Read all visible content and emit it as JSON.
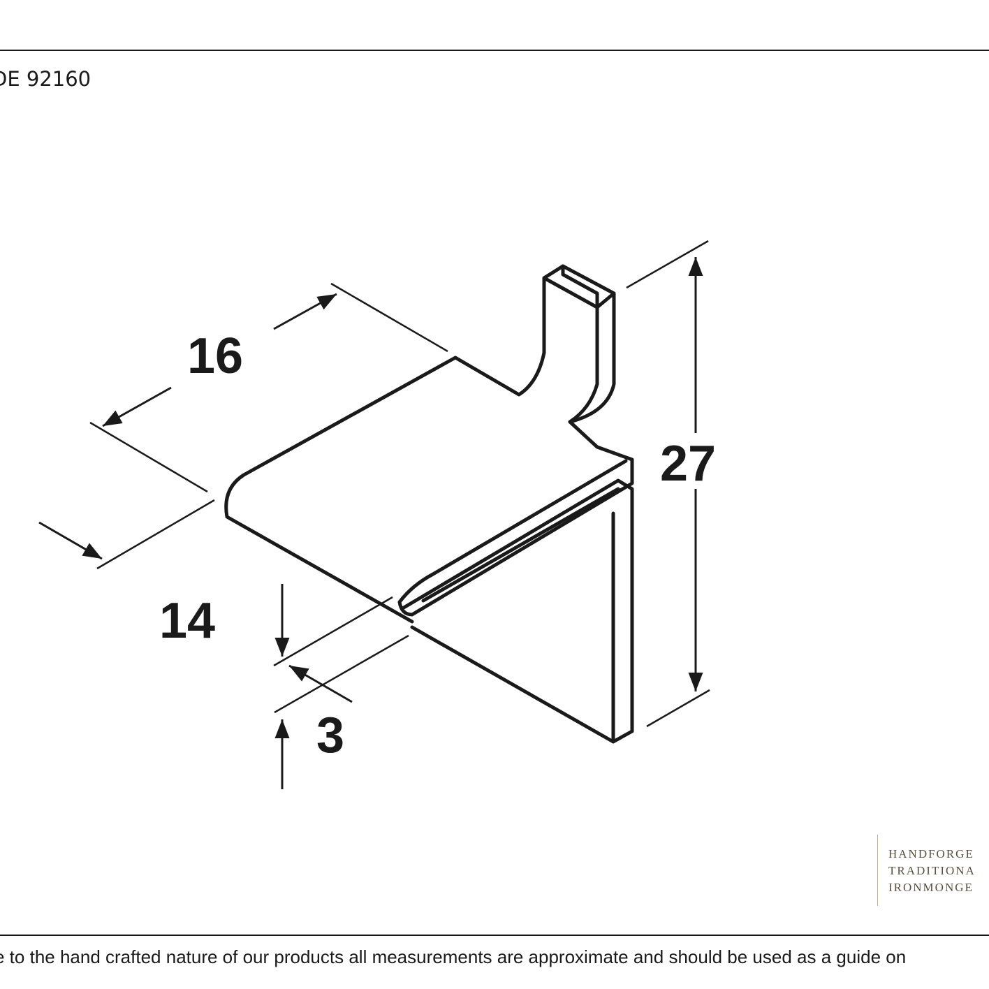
{
  "header": {
    "product_code": "DE 92160"
  },
  "dimensions": {
    "width": "16",
    "depth": "14",
    "height": "27",
    "thickness": "3"
  },
  "logo": {
    "lines": [
      "HANDFORGE",
      "TRADITIONA",
      "IRONMONGE"
    ]
  },
  "footer": {
    "note": "e to the hand crafted nature of our products all measurements are approximate and should be used as a guide on"
  },
  "colors": {
    "ink": "#1a1a1a",
    "logo_text": "#5a4f3e",
    "logo_rule": "#b8ae9a",
    "background": "#ffffff"
  }
}
